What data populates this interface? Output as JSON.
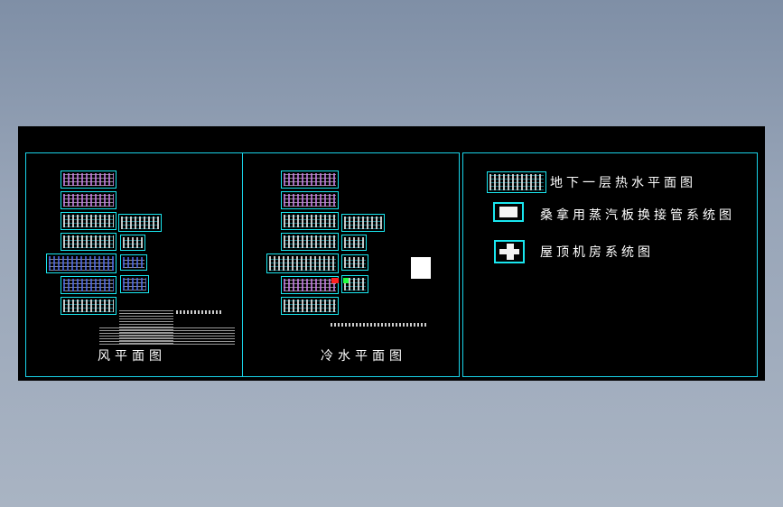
{
  "sheet_titles": {
    "air_plan": "风平面图",
    "chilled_plan": "冷水平面图"
  },
  "legend": {
    "items": [
      {
        "label": "地下一层热水平面图",
        "icon": "floor-plan-thumbnail-icon"
      },
      {
        "label": "桑拿用蒸汽板换接管系统图",
        "icon": "piping-system-icon"
      },
      {
        "label": "屋顶机房系统图",
        "icon": "roof-machine-room-icon"
      }
    ]
  },
  "colors": {
    "background": "#000000",
    "frame": "#19d3e8",
    "text": "#ffffff",
    "accent_red": "#ff2020",
    "accent_green": "#20ff40"
  }
}
